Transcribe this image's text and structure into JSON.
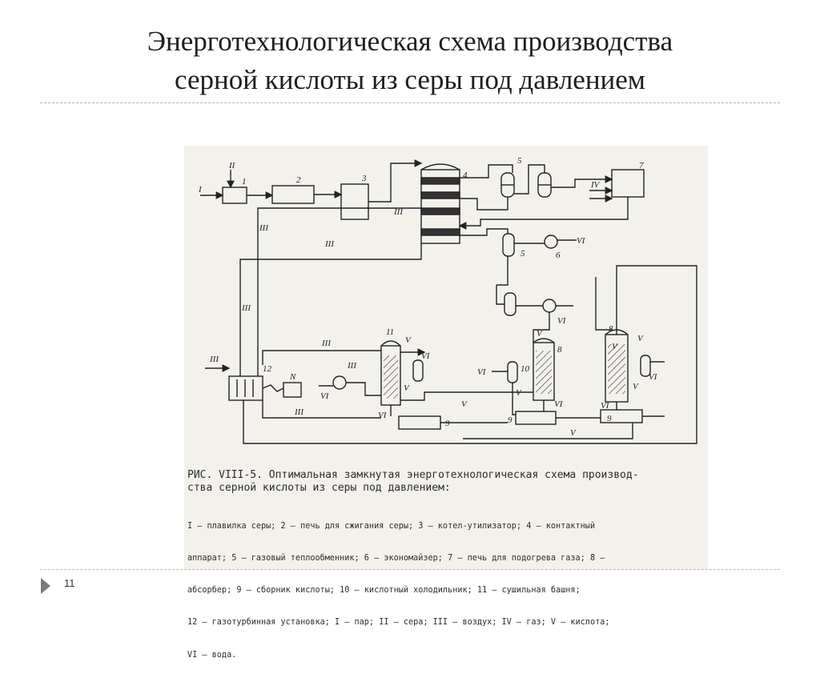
{
  "slide": {
    "title_line1": "Энерготехнологическая схема производства",
    "title_line2": "серной кислоты из серы под давлением",
    "page_number": "11"
  },
  "figure": {
    "caption_title": "РИС. VIII-5. Оптимальная замкнутая энерготехнологическая схема производ-",
    "caption_title_cont": "ства серной кислоты из серы под давлением:",
    "legend_lines": [
      "I — плавилка серы; 2 — печь для сжигания серы; 3 — котел-утилизатор; 4 — контактный",
      "аппарат; 5 — газовый теплообменник; 6 — экономайзер; 7 — печь для подогрева газа; 8 —",
      "абсорбер; 9 — сборник кислоты; 10 — кислотный холодильник; 11 — сушильная башня;",
      "12 — газотурбинная установка; I — пар; II — сера; III — воздух; IV — газ; V — кислота;",
      "VI — вода."
    ],
    "labels": {
      "unit_1": "1",
      "unit_2": "2",
      "unit_3": "3",
      "unit_4": "4",
      "unit_5a": "5",
      "unit_5b": "5",
      "unit_6": "6",
      "unit_7": "7",
      "unit_8a": "8",
      "unit_8b": "8",
      "unit_9a": "9",
      "unit_9b": "9",
      "unit_9c": "9",
      "unit_10": "10",
      "unit_11": "11",
      "unit_12": "12",
      "unit_N": "N",
      "stream_I": "I",
      "stream_II": "II",
      "stream_III_a": "III",
      "stream_III_b": "III",
      "stream_III_c": "III",
      "stream_III_d": "III",
      "stream_III_e": "III",
      "stream_III_f": "III",
      "stream_III_g": "III",
      "stream_III_h": "III",
      "stream_IV": "IV",
      "stream_V_a": "V",
      "stream_V_b": "V",
      "stream_V_c": "V",
      "stream_V_d": "V",
      "stream_V_e": "V",
      "stream_V_f": "V",
      "stream_V_g": "V",
      "stream_V_h": "V",
      "stream_V_i": "V",
      "stream_VI_a": "VI",
      "stream_VI_b": "VI",
      "stream_VI_c": "VI",
      "stream_VI_d": "VI",
      "stream_VI_e": "VI",
      "stream_VI_f": "VI",
      "stream_VI_g": "VI",
      "stream_VI_h": "VI",
      "stream_VI_i": "VI"
    }
  }
}
